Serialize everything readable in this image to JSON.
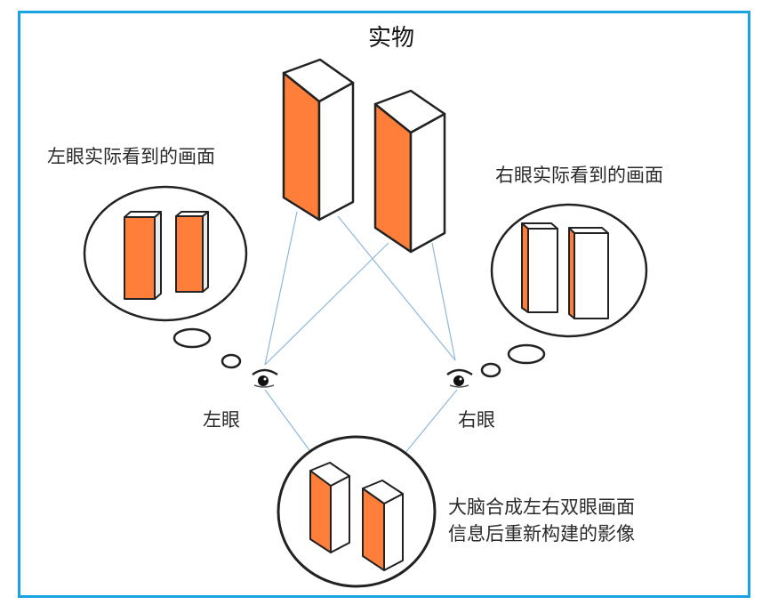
{
  "title": "实物",
  "left_view": {
    "caption": "左眼实际看到的画面",
    "eye_label": "左眼"
  },
  "right_view": {
    "caption": "右眼实际看到的画面",
    "eye_label": "右眼"
  },
  "brain": {
    "caption_line1": "大脑合成左右双眼画面",
    "caption_line2": "信息后重新构建的影像"
  },
  "colors": {
    "frame": "#1aa3e0",
    "block_face": "#ff7f3a",
    "sight_line": "#8fb8da",
    "outline": "#222222"
  },
  "icons": [
    "eye-icon-left",
    "eye-icon-right",
    "thought-bubble-left",
    "thought-bubble-right"
  ]
}
